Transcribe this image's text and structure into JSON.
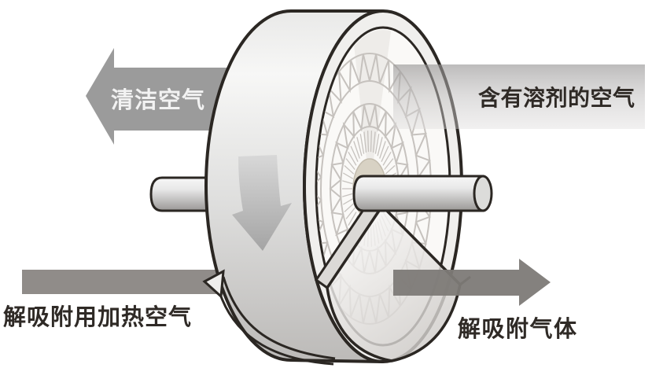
{
  "diagram": {
    "name": "rotary-solvent-adsorption-wheel",
    "labels": {
      "clean_air": "清洁空气",
      "solvent_laden_air": "含有溶剂的空气",
      "desorption_heated_air": "解吸附用加热空气",
      "desorbed_gas": "解吸附气体"
    },
    "arrows": [
      {
        "name": "clean-air-arrow",
        "direction": "left",
        "color": "#9b9b9b"
      },
      {
        "name": "solvent-air-flow-band",
        "direction": "left",
        "color": "#bdbbbb"
      },
      {
        "name": "desorption-heated-air-bar",
        "direction": "right",
        "color": "#908c89"
      },
      {
        "name": "desorbed-gas-arrow",
        "direction": "right",
        "color": "#7d7a77"
      },
      {
        "name": "rotation-arrow",
        "direction": "down",
        "color": "#b9b9b9"
      }
    ],
    "colors": {
      "outline": "#2b2723",
      "label_dark": "#2f2a26",
      "label_light": "#f2f2f2",
      "lattice": "#c6c2be",
      "hub": "#d8d2c4"
    }
  }
}
